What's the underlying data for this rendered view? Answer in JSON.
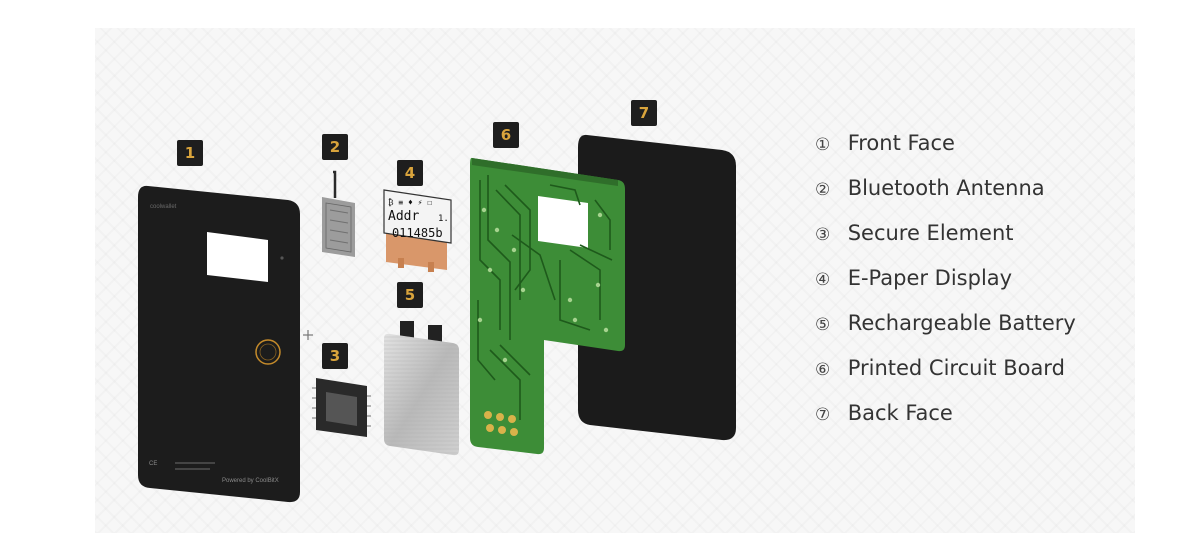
{
  "badges": [
    "1",
    "2",
    "3",
    "4",
    "5",
    "6",
    "7"
  ],
  "legend": [
    {
      "num": "①",
      "label": "Front Face"
    },
    {
      "num": "②",
      "label": "Bluetooth Antenna"
    },
    {
      "num": "③",
      "label": "Secure Element"
    },
    {
      "num": "④",
      "label": "E-Paper Display"
    },
    {
      "num": "⑤",
      "label": "Rechargeable Battery"
    },
    {
      "num": "⑥",
      "label": "Printed Circuit Board"
    },
    {
      "num": "⑦",
      "label": "Back Face"
    }
  ],
  "card_text": {
    "brand_small": "coolwallet",
    "powered_by": "Powered by CoolBitX",
    "small_print": "CE",
    "display_line1": "Addr",
    "display_line1_right": "1.",
    "display_line2": "011485b"
  },
  "colors": {
    "card": "#1c1c1c",
    "badge_bg": "#1e1e1e",
    "badge_text": "#d9a43c",
    "pcb_green": "#3f8f3a",
    "copper": "#d9976a",
    "ring_gold": "#c48a2a"
  }
}
